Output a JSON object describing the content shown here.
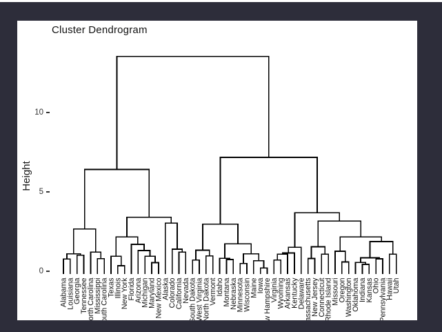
{
  "chart_data": {
    "type": "dendrogram",
    "title": "Cluster Dendrogram",
    "ylabel": "Height",
    "ylim": [
      0,
      13.5
    ],
    "grid": false,
    "legend": "none",
    "yticks": [
      {
        "label": "0",
        "value": 0
      },
      {
        "label": "5",
        "value": 5
      },
      {
        "label": "10",
        "value": 10
      }
    ],
    "leaves": [
      "Alabama",
      "Louisiana",
      "Georgia",
      "Tennessee",
      "North Carolina",
      "Mississippi",
      "South Carolina",
      "Texas",
      "Illinois",
      "New York",
      "Florida",
      "Arizona",
      "Michigan",
      "Maryland",
      "New Mexico",
      "Alaska",
      "Colorado",
      "California",
      "Nevada",
      "South Dakota",
      "West Virginia",
      "North Dakota",
      "Vermont",
      "Idaho",
      "Montana",
      "Nebraska",
      "Minnesota",
      "Wisconsin",
      "Maine",
      "Iowa",
      "New Hampshire",
      "Virginia",
      "Wyoming",
      "Arkansas",
      "Kentucky",
      "Delaware",
      "Massachusetts",
      "New Jersey",
      "Connecticut",
      "Rhode Island",
      "Missouri",
      "Oregon",
      "Washington",
      "Oklahoma",
      "Indiana",
      "Kansas",
      "Ohio",
      "Pennsylvania",
      "Hawaii",
      "Utah"
    ],
    "merges": [
      [
        "L1",
        "L2",
        0.77
      ],
      [
        "L3",
        "L4",
        1.01
      ],
      [
        "M1",
        "M2",
        1.09
      ],
      [
        "L6",
        "L7",
        0.79
      ],
      [
        "L5",
        "M4",
        1.21
      ],
      [
        "M3",
        "M5",
        2.66
      ],
      [
        "L9",
        "L10",
        0.35
      ],
      [
        "L8",
        "M7",
        0.94
      ],
      [
        "L14",
        "L15",
        0.54
      ],
      [
        "L13",
        "M9",
        0.95
      ],
      [
        "L12",
        "M10",
        1.3
      ],
      [
        "L11",
        "M11",
        1.69
      ],
      [
        "M8",
        "M12",
        2.16
      ],
      [
        "L18",
        "L19",
        1.2
      ],
      [
        "L17",
        "M14",
        1.39
      ],
      [
        "L16",
        "M15",
        3.03
      ],
      [
        "M13",
        "M16",
        3.39
      ],
      [
        "M6",
        "M17",
        6.4
      ],
      [
        "L20",
        "L21",
        0.71
      ],
      [
        "L22",
        "L23",
        0.97
      ],
      [
        "M19",
        "M20",
        1.32
      ],
      [
        "L25",
        "L26",
        0.74
      ],
      [
        "L24",
        "M22",
        0.81
      ],
      [
        "L27",
        "L28",
        0.49
      ],
      [
        "L30",
        "L31",
        0.21
      ],
      [
        "L29",
        "M25",
        0.66
      ],
      [
        "M24",
        "M26",
        1.1
      ],
      [
        "M23",
        "M27",
        1.73
      ],
      [
        "M21",
        "M28",
        2.96
      ],
      [
        "L32",
        "L33",
        0.7
      ],
      [
        "M30",
        "L34",
        1.07
      ],
      [
        "M31",
        "L35",
        1.15
      ],
      [
        "M32",
        "L36",
        1.51
      ],
      [
        "L37",
        "L38",
        0.8
      ],
      [
        "L39",
        "L40",
        1.08
      ],
      [
        "M34",
        "M35",
        1.54
      ],
      [
        "L42",
        "L43",
        0.59
      ],
      [
        "L41",
        "M37",
        1.26
      ],
      [
        "L45",
        "L46",
        0.43
      ],
      [
        "L44",
        "M39",
        0.55
      ],
      [
        "L47",
        "L48",
        0.78
      ],
      [
        "M40",
        "M41",
        0.85
      ],
      [
        "L49",
        "L50",
        1.07
      ],
      [
        "M42",
        "M43",
        1.87
      ],
      [
        "M38",
        "M44",
        2.16
      ],
      [
        "M36",
        "M45",
        3.15
      ],
      [
        "M33",
        "M46",
        3.68
      ],
      [
        "M29",
        "M47",
        7.16
      ],
      [
        "M18",
        "M48",
        13.5
      ]
    ],
    "line_color": "#000000",
    "label_color": "#111111",
    "background_color": "#ffffff",
    "frame_color": "#2d2d3a"
  }
}
